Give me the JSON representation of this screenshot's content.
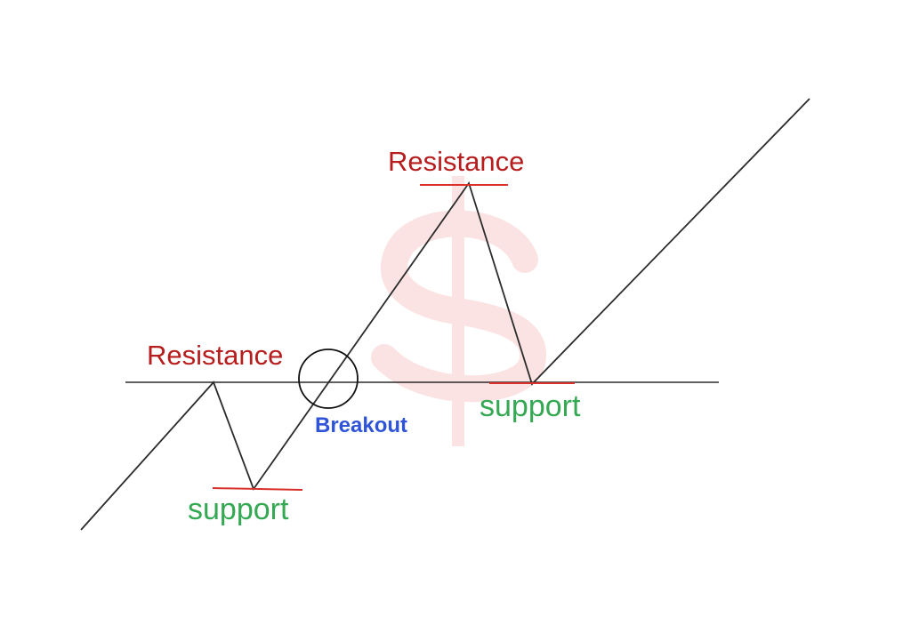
{
  "colors": {
    "background": "#ffffff",
    "line": "#2b2b2b",
    "resistance": "#b81d1d",
    "support": "#34a853",
    "breakout": "#2f54d9",
    "marker": "#d9302b",
    "watermark": "#fbe3e3"
  },
  "watermark": {
    "icon": "dollar-sign-icon"
  },
  "labels": {
    "resistance_left": "Resistance",
    "resistance_top": "Resistance",
    "support_left": "support",
    "support_right": "support",
    "breakout": "Breakout"
  }
}
